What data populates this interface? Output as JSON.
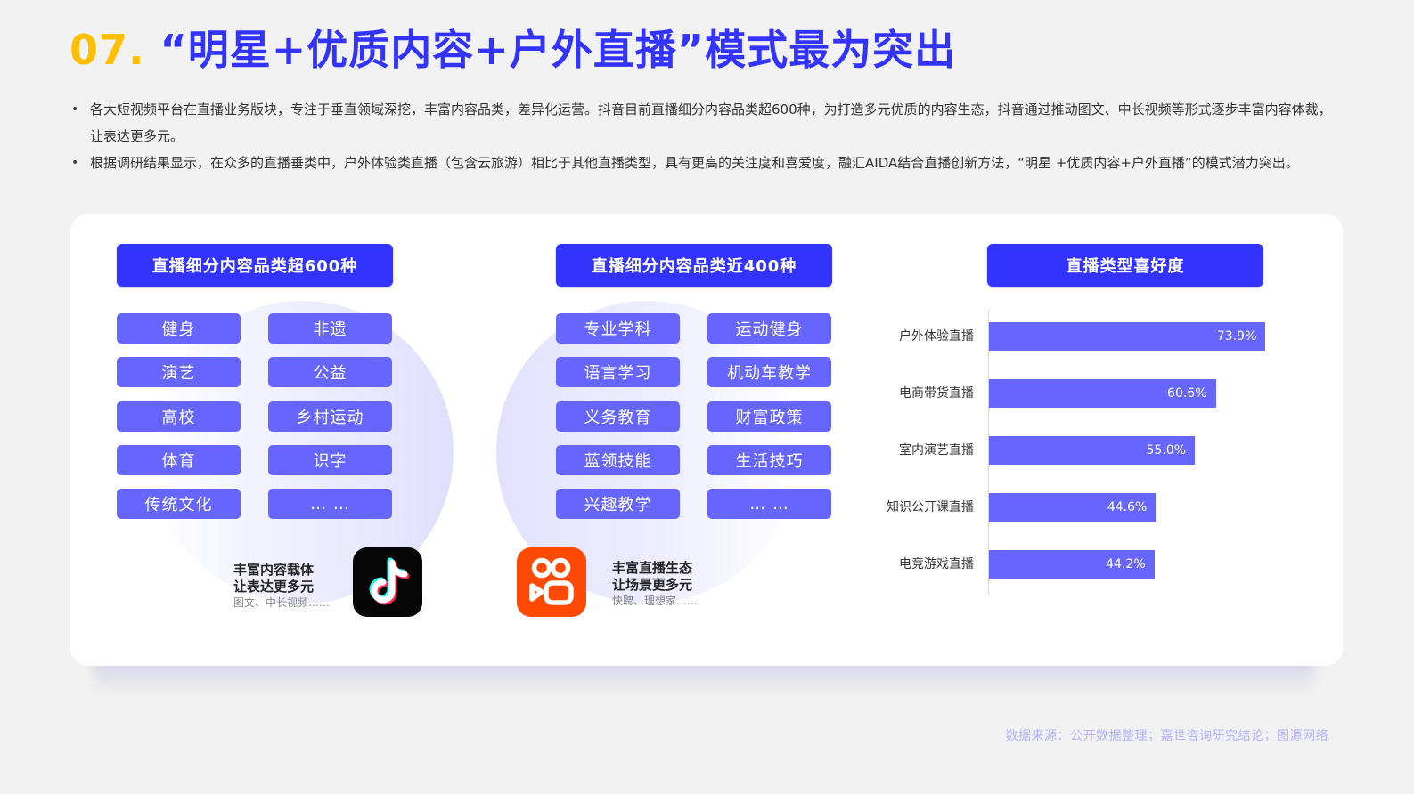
{
  "title": {
    "number": "07.",
    "text": "“明星+优质内容+户外直播”模式最为突出"
  },
  "bullets": [
    "各大短视频平台在直播业务版块，专注于垂直领域深挖，丰富内容品类，差异化运营。抖音目前直播细分内容品类超600种，为打造多元优质的内容生态，抖音通过推动图文、中长视频等形式逐步丰富内容体裁，让表达更多元。",
    "根据调研结果显示，在众多的直播垂类中，户外体验类直播（包含云旅游）相比于其他直播类型，具有更高的关注度和喜爱度，融汇AIDA结合直播创新方法，“明星 +优质内容+户外直播”的模式潜力突出。"
  ],
  "panels": [
    {
      "header": "直播细分内容品类超600种",
      "tags": [
        "健身",
        "非遗",
        "演艺",
        "公益",
        "高校",
        "乡村运动",
        "体育",
        "识字",
        "传统文化",
        "… …"
      ],
      "app": {
        "name": "douyin",
        "icon": "douyin-logo-icon",
        "line1": "丰富内容载体",
        "line2": "让表达更多元",
        "line3": "图文、中长视频……"
      }
    },
    {
      "header": "直播细分内容品类近400种",
      "tags": [
        "专业学科",
        "运动健身",
        "语言学习",
        "机动车教学",
        "义务教育",
        "财富政策",
        "蓝领技能",
        "生活技巧",
        "兴趣教学",
        "… …"
      ],
      "app": {
        "name": "kuaishou",
        "icon": "kuaishou-logo-icon",
        "line1": "丰富直播生态",
        "line2": "让场景更多元",
        "line3": "快聘、理想家……"
      }
    }
  ],
  "chart_data": {
    "type": "bar",
    "orientation": "horizontal",
    "title": "直播类型喜好度",
    "categories": [
      "户外体验直播",
      "电商带货直播",
      "室内演艺直播",
      "知识公开课直播",
      "电竞游戏直播"
    ],
    "values": [
      73.9,
      60.6,
      55.0,
      44.6,
      44.2
    ],
    "value_labels": [
      "73.9%",
      "60.6%",
      "55.0%",
      "44.6%",
      "44.2%"
    ],
    "unit": "%",
    "xlabel": "",
    "ylabel": "",
    "xlim": [
      0,
      75
    ],
    "grid": false,
    "legend": "none",
    "bar_color": "#6666ff"
  },
  "source": "数据来源：公开数据整理；嘉世咨询研究结论；图源网络",
  "colors": {
    "accent_yellow": "#ffbf00",
    "accent_blue": "#3333ff",
    "tag_purple": "#6666ff",
    "douyin_bg": "#050505",
    "kuaishou_bg": "#ff4a06",
    "source_text": "#b3b3ff"
  }
}
